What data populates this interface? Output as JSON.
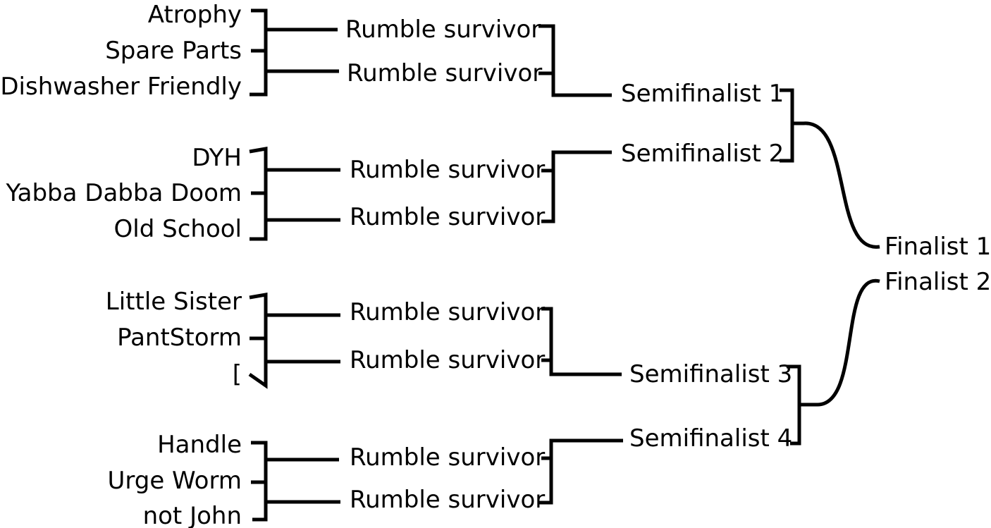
{
  "colors": {
    "line": "#000000",
    "text": "#000000",
    "background": "#ffffff"
  },
  "bracket": {
    "groups": [
      {
        "entrants": [
          "Atrophy",
          "Spare Parts",
          "Dishwasher Friendly"
        ],
        "survivors": [
          "Rumble survivor",
          "Rumble survivor"
        ]
      },
      {
        "entrants": [
          "DYH",
          "Yabba Dabba Doom",
          "Old School"
        ],
        "survivors": [
          "Rumble survivor",
          "Rumble survivor"
        ]
      },
      {
        "entrants": [
          "Little Sister",
          "PantStorm",
          "["
        ],
        "survivors": [
          "Rumble survivor",
          "Rumble survivor"
        ]
      },
      {
        "entrants": [
          "Handle",
          "Urge Worm",
          "not John"
        ],
        "survivors": [
          "Rumble survivor",
          "Rumble survivor"
        ]
      }
    ],
    "semifinalists": [
      "Semifinalist 1",
      "Semifinalist 2",
      "Semifinalist 3",
      "Semifinalist 4"
    ],
    "finalists": [
      "Finalist 1",
      "Finalist 2"
    ]
  }
}
